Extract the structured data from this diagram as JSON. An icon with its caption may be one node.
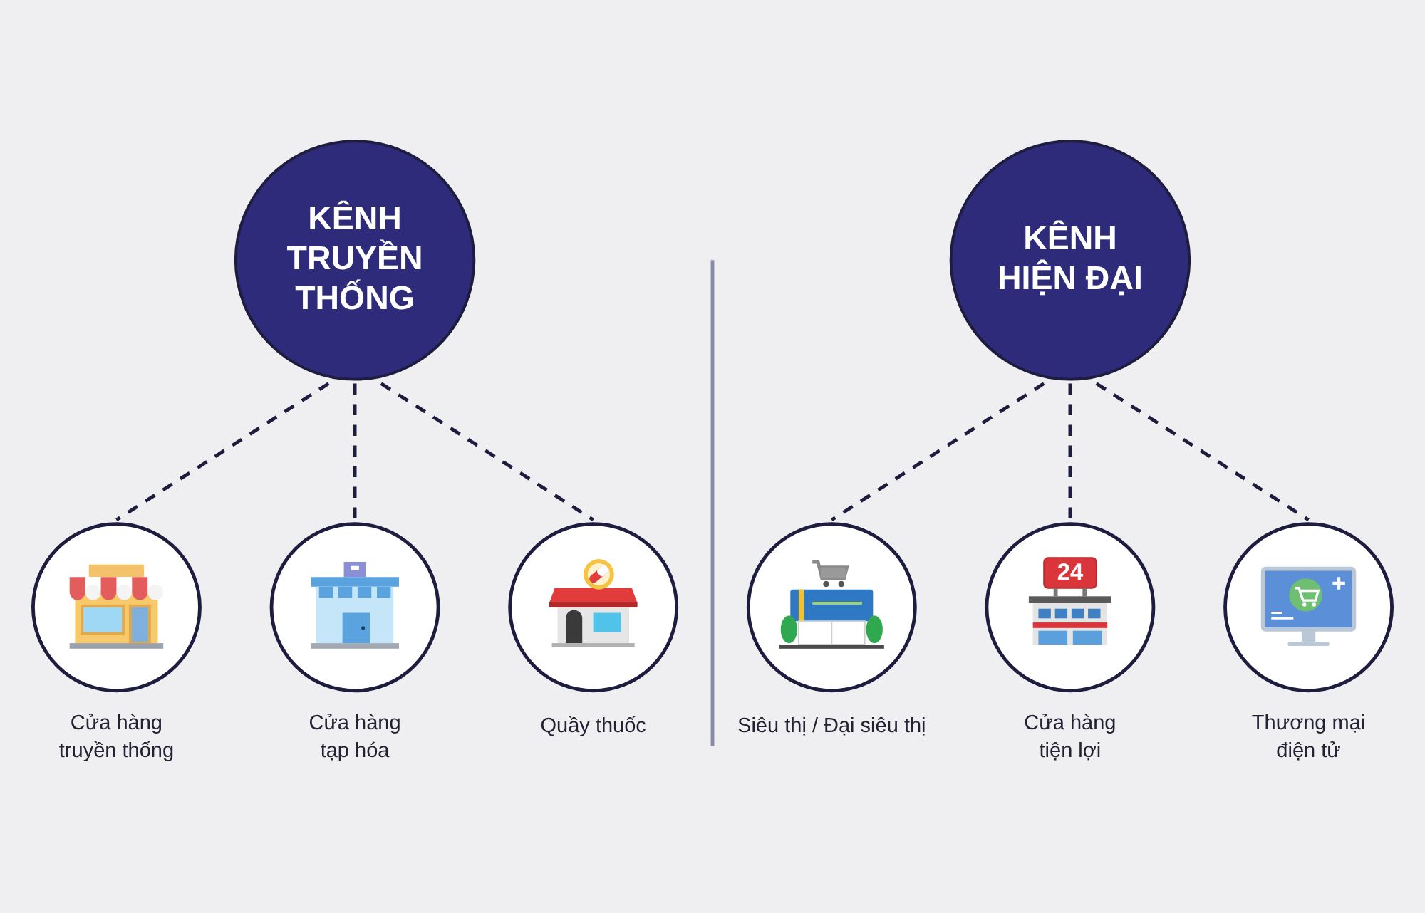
{
  "diagram": {
    "nodes": [
      {
        "text": [
          "KÊNH TRUYỀN THỐNG"
        ]
      },
      {
        "text": [
          "KÊNH HIỆN ĐẠI"
        ]
      },
      {
        "text": [
          "Cửa hàng truyền thống"
        ]
      },
      {
        "text": [
          "Cửa hàng tạp hóa"
        ]
      },
      {
        "text": [
          "Quầy thuốc"
        ]
      },
      {
        "text": [
          "Siêu thị / Đại siêu thị"
        ]
      },
      {
        "text": [
          "Cửa hàng tiện lợi"
        ]
      },
      {
        "text": [
          "Thương mại điện tử"
        ]
      }
    ],
    "edges": [
      {
        "from": 0,
        "to": 2,
        "arrow": "none",
        "style": "dashed"
      },
      {
        "from": 0,
        "to": 3,
        "arrow": "none",
        "style": "dashed"
      },
      {
        "from": 0,
        "to": 4,
        "arrow": "none",
        "style": "dashed"
      },
      {
        "from": 1,
        "to": 5,
        "arrow": "none",
        "style": "dashed"
      },
      {
        "from": 1,
        "to": 6,
        "arrow": "none",
        "style": "dashed"
      },
      {
        "from": 1,
        "to": 7,
        "arrow": "none",
        "style": "dashed"
      }
    ],
    "labels": [
      "24"
    ]
  }
}
